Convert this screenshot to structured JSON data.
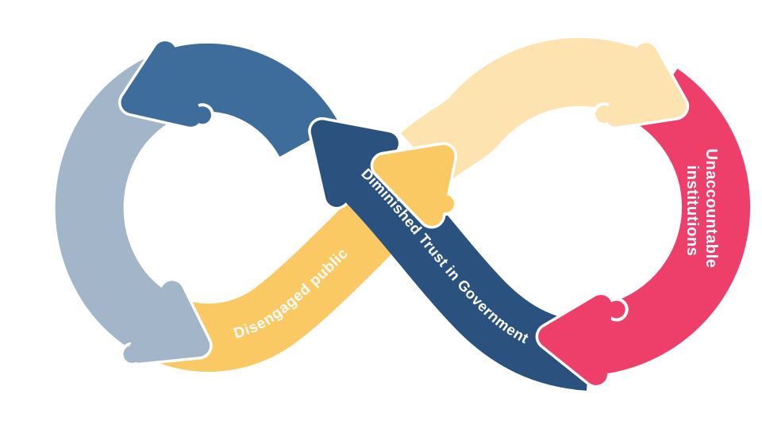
{
  "diagram": {
    "type": "infinity-loop-cycle",
    "background": "#ffffff",
    "colors": {
      "gray": "#a3b5c8",
      "blue": "#3e6d9c",
      "navy": "#2b527e",
      "yellow": "#fbc963",
      "cream": "#fce3b0",
      "pink": "#ee3f6b",
      "label": "#ffffff"
    },
    "labels": {
      "yellow_band": "Disengaged public",
      "navy_band": "Diminished Trust in Government",
      "pink_band_line1": "Unaccountable",
      "pink_band_line2": "institutions"
    }
  }
}
